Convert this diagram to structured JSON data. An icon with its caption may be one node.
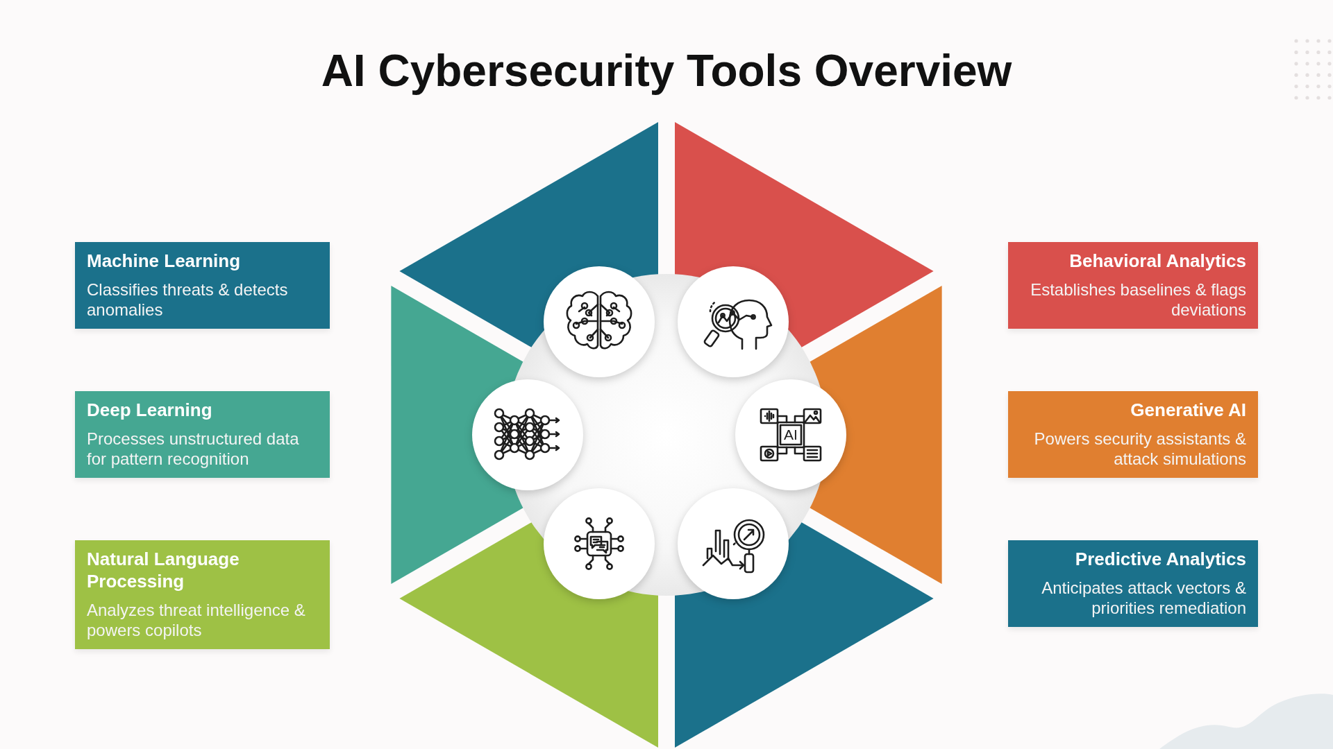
{
  "diagram": {
    "title": "AI Cybersecurity Tools Overview",
    "nodes": [
      {
        "text": [
          "Machine Learning",
          "Classifies threats & detects anomalies"
        ]
      },
      {
        "text": [
          "Behavioral Analytics",
          "Establishes baselines & flags deviations"
        ]
      },
      {
        "text": [
          "Deep Learning",
          "Processes unstructured data for pattern recognition"
        ]
      },
      {
        "text": [
          "Generative AI",
          "Powers security assistants & attack simulations"
        ]
      },
      {
        "text": [
          "Natural Language Processing",
          "Analyzes threat intelligence & powers copilots"
        ]
      },
      {
        "text": [
          "Predictive Analytics",
          "Anticipates attack vectors & priorities remediation"
        ]
      }
    ],
    "labels": [
      "AI"
    ]
  }
}
